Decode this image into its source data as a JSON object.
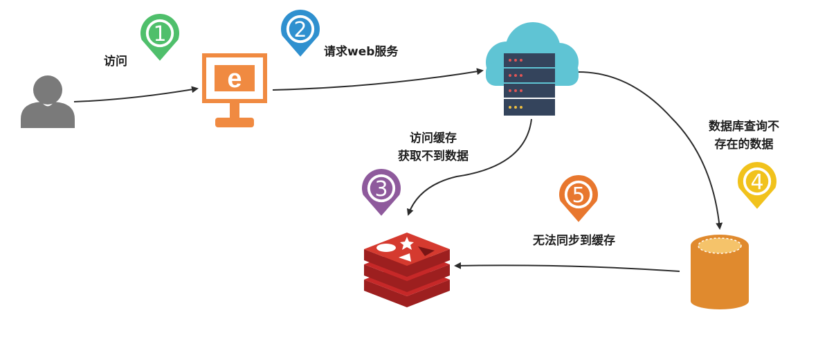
{
  "steps": [
    {
      "number": "1",
      "color": "#4fbf6b"
    },
    {
      "number": "2",
      "color": "#2f90cf"
    },
    {
      "number": "3",
      "color": "#8e5a9c"
    },
    {
      "number": "4",
      "color": "#f1c21c"
    },
    {
      "number": "5",
      "color": "#e8772e"
    }
  ],
  "labels": {
    "visit": "访问",
    "request_web": "请求web服务",
    "cache_miss_line1": "访问缓存",
    "cache_miss_line2": "获取不到数据",
    "db_miss_line1": "数据库查询不",
    "db_miss_line2": "存在的数据",
    "cannot_sync": "无法同步到缓存"
  },
  "colors": {
    "user": "#7a7a7a",
    "browser": "#f08a41",
    "cloud": "#5fc4d4",
    "server": "#34445c",
    "redis": "#c62828",
    "database": "#e08a2e",
    "arrow": "#2b2b2b"
  },
  "icons": {
    "user": "user-icon",
    "browser": "browser-monitor-icon",
    "server": "cloud-server-icon",
    "cache": "redis-cache-icon",
    "database": "database-icon"
  }
}
